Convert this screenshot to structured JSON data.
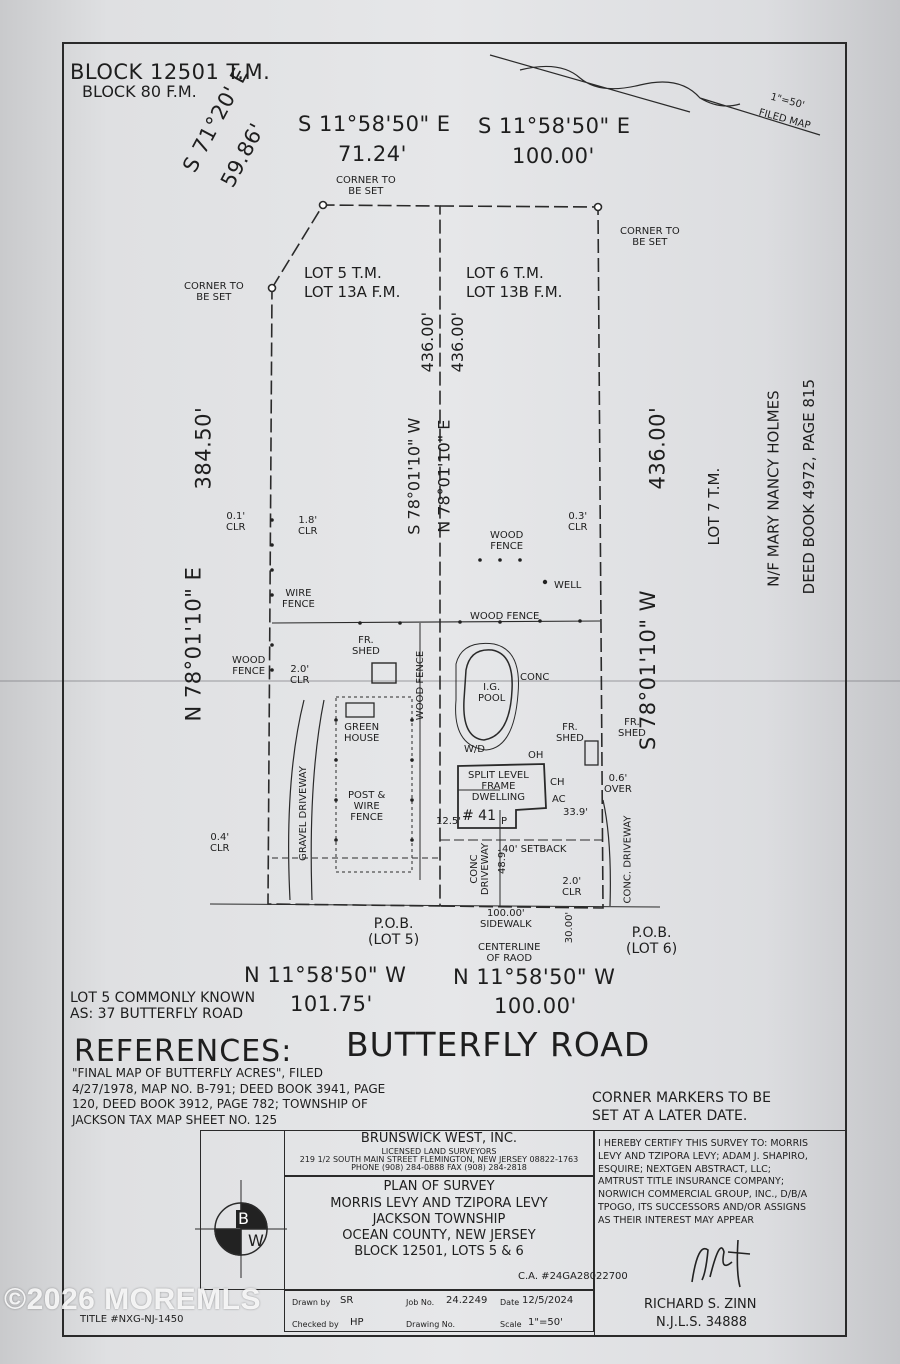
{
  "header": {
    "block_tm": "BLOCK  12501 T.M.",
    "block_fm": "BLOCK 80 F.M.",
    "bearing_top_left": "S 11°58'50\" E",
    "dist_top_left": "71.24'",
    "bearing_top_right": "S 11°58'50\" E",
    "dist_top_right": "100.00'",
    "diag_bearing": "S 71°20' E",
    "diag_dist": "59.86'",
    "scale_note": "1\"=50'",
    "filed_map": "FILED MAP"
  },
  "corners": {
    "top": "CORNER TO\nBE SET",
    "left": "CORNER TO\nBE SET",
    "right": "CORNER TO\nBE SET"
  },
  "lots": {
    "lot5_line1": "LOT 5 T.M.",
    "lot5_line2": "LOT 13A F.M.",
    "lot6_line1": "LOT 6 T.M.",
    "lot6_line2": "LOT 13B F.M."
  },
  "sides": {
    "left_dist": "384.50'",
    "left_bearing": "N 78°01'10\" E",
    "mid_left_dist": "436.00'",
    "mid_right_dist": "436.00'",
    "mid_left_bearing": "S 78°01'10\" W",
    "mid_right_bearing": "N 78°01'10\" E",
    "right_dist": "436.00'",
    "right_bearing": "S 78°01'10\" W"
  },
  "neighbor": {
    "line1": "LOT 7 T.M.",
    "line2": "N/F MARY NANCY HOLMES",
    "line3": "DEED BOOK 4972, PAGE 815"
  },
  "features": {
    "clr_left_top": "0.1'\nCLR",
    "clr_left_top2": "1.8'\nCLR",
    "wire_fence": "WIRE\nFENCE",
    "wood_fence_left": "WOOD\nFENCE",
    "clr_20": "2.0'\nCLR",
    "fr_shed_left": "FR.\nSHED",
    "green_house": "GREEN\nHOUSE",
    "wood_fence_vertical": "WOOD FENCE",
    "post_wire_fence": "POST &\nWIRE\nFENCE",
    "gravel_driveway": "GRAVEL DRIVEWAY",
    "clr_04": "0.4'\nCLR",
    "clr_03": "0.3'\nCLR",
    "wood_fence_right": "WOOD\nFENCE",
    "well": "WELL",
    "wood_fence_h": "WOOD FENCE",
    "conc": "CONC",
    "ig_pool": "I.G.\nPOOL",
    "wd": "W/D",
    "oh": "OH",
    "fr_shed_right": "FR.\nSHED",
    "fr_shed_far": "FR.\nSHED",
    "dwelling": "SPLIT LEVEL\nFRAME\nDWELLING",
    "house_no": "# 41",
    "ch": "CH",
    "ac": "AC",
    "over": "0.6'\nOVER",
    "dim_339": "33.9'",
    "dim_125": "12.5'",
    "setback": "40' SETBACK",
    "dim_489": "48.9'",
    "conc_driveway_left": "CONC\nDRIVEWAY",
    "conc_driveway_right": "CONC. DRIVEWAY",
    "clr_20b": "2.0'\nCLR",
    "sidewalk": "100.00'\nSIDEWALK",
    "centerline": "CENTERLINE\nOF RAOD",
    "dim_30": "30.00'",
    "pob5": "P.O.B.\n(LOT 5)",
    "pob6": "P.O.B.\n(LOT 6)",
    "p": "P"
  },
  "bottom": {
    "bearing_left": "N 11°58'50\" W",
    "dist_left": "101.75'",
    "bearing_right": "N 11°58'50\" W",
    "dist_right": "100.00'",
    "known_as": "LOT 5 COMMONLY KNOWN\nAS: 37 BUTTERFLY ROAD",
    "road": "BUTTERFLY ROAD",
    "references_title": "REFERENCES:",
    "references_text": "\"FINAL MAP OF BUTTERFLY ACRES\", FILED\n4/27/1978, MAP NO. B-791; DEED BOOK 3941, PAGE\n120, DEED BOOK 3912, PAGE 782; TOWNSHIP OF\nJACKSON TAX MAP SHEET NO. 125",
    "corner_markers": "CORNER MARKERS TO BE\nSET AT A LATER DATE."
  },
  "title_block": {
    "compass_b": "B",
    "compass_w": "W",
    "firm_name": "BRUNSWICK WEST, INC.",
    "firm_sub": "LICENSED LAND SURVEYORS",
    "firm_addr": "219 1/2 SOUTH MAIN STREET    FLEMINGTON, NEW JERSEY    08822-1763",
    "firm_phone": "PHONE (908) 284-0888    FAX (908) 284-2818",
    "plan_title": "PLAN OF SURVEY",
    "owners": "MORRIS LEVY AND TZIPORA LEVY",
    "township": "JACKSON TOWNSHIP",
    "county": "OCEAN COUNTY, NEW JERSEY",
    "block_lots": "BLOCK 12501, LOTS 5 & 6",
    "ca": "C.A. #24GA28022700",
    "drawn_label": "Drawn by",
    "drawn_val": "SR",
    "job_label": "Job No.",
    "job_val": "24.2249",
    "date_label": "Date",
    "date_val": "12/5/2024",
    "checked_label": "Checked by",
    "checked_val": "HP",
    "drawing_label": "Drawing No.",
    "scale_label": "Scale",
    "scale_val": "1\"=50'",
    "certify": "I HEREBY CERTIFY THIS SURVEY TO: MORRIS\nLEVY AND TZIPORA LEVY; ADAM J. SHAPIRO,\nESQUIRE; NEXTGEN ABSTRACT, LLC;\nAMTRUST TITLE INSURANCE COMPANY;\nNORWICH COMMERCIAL GROUP, INC., D/B/A\nTPOGO, ITS SUCCESSORS AND/OR ASSIGNS\nAS THEIR INTEREST MAY APPEAR",
    "surveyor": "RICHARD S. ZINN",
    "license": "N.J.L.S. 34888",
    "title_no": "TITLE #NXG-NJ-1450"
  },
  "watermark": "©2026 MOREMLS"
}
